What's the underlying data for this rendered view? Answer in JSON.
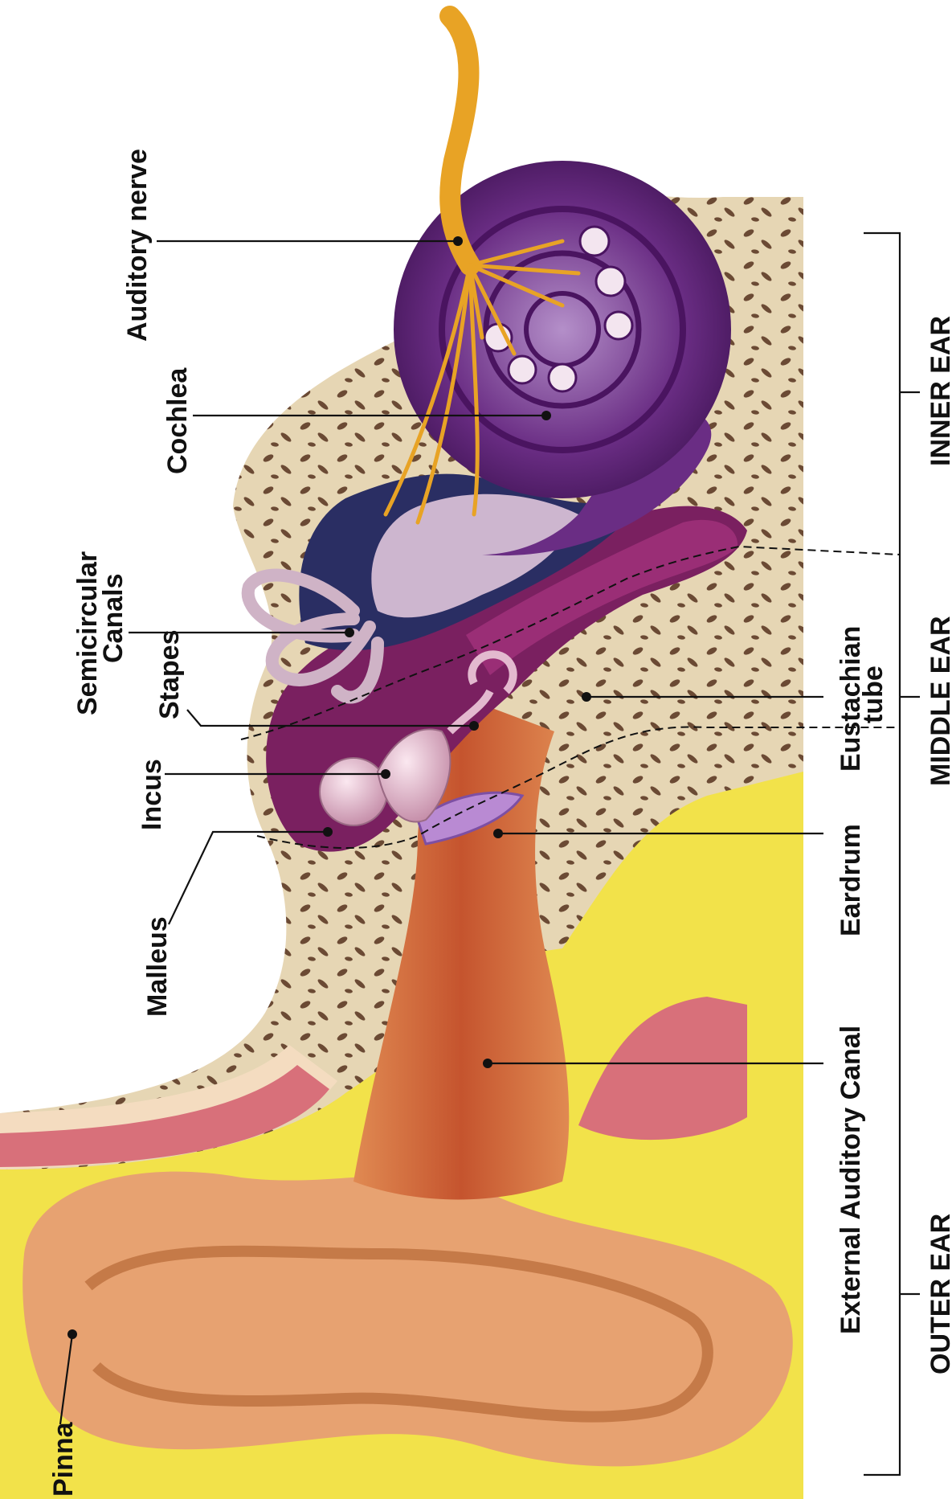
{
  "labels": {
    "auditory_nerve": "Auditory nerve",
    "cochlea": "Cochlea",
    "semicircular_1": "Semicircular",
    "semicircular_2": "Canals",
    "stapes": "Stapes",
    "incus": "Incus",
    "malleus": "Malleus",
    "pinna": "Pinna",
    "eustachian_1": "Eustachian",
    "eustachian_2": "tube",
    "eardrum": "Eardrum",
    "external_canal": "External Auditory Canal"
  },
  "regions": {
    "inner": "INNER EAR",
    "middle": "MIDDLE EAR",
    "outer": "OUTER EAR"
  },
  "colors": {
    "bone": "#e6d6b4",
    "bone_pore": "#6b4a34",
    "cochlea": "#6a2d84",
    "nerve": "#e8a325",
    "canal_skin": "#cf6a3c",
    "fat": "#f2e24a",
    "muscle": "#d8707a",
    "middle_ear": "#7a2060",
    "ossicle": "#e3b9cf"
  }
}
